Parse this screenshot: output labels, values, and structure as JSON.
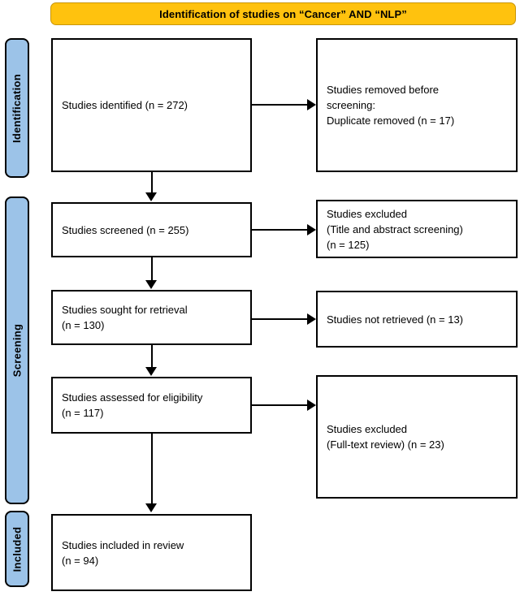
{
  "title": {
    "text": "Identification of studies on “Cancer” AND “NLP”",
    "background_color": "#FFC20E",
    "border_color": "#C8960C"
  },
  "stages": [
    {
      "key": "identification",
      "label": "Identification",
      "color": "#9CC3E8"
    },
    {
      "key": "screening",
      "label": "Screening",
      "color": "#9CC3E8"
    },
    {
      "key": "included",
      "label": "Included",
      "color": "#9CC3E8"
    }
  ],
  "boxes": {
    "identified": {
      "line1": "Studies identified (n = 272)"
    },
    "removed": {
      "line1": "Studies removed before",
      "line2": "screening:",
      "line3": "Duplicate removed (n = 17)"
    },
    "screened": {
      "line1": "Studies screened (n = 255)"
    },
    "excluded_title": {
      "line1": "Studies excluded",
      "line2": "(Title and abstract screening)",
      "line3": "(n = 125)"
    },
    "sought": {
      "line1": "Studies sought for retrieval",
      "line2": "(n = 130)"
    },
    "not_retrieved": {
      "line1": "Studies not retrieved (n = 13)"
    },
    "assessed": {
      "line1": "Studies assessed for eligibility",
      "line2": "(n = 117)"
    },
    "excluded_full": {
      "line1": "Studies excluded",
      "line2": "(Full-text review) (n = 23)"
    },
    "included": {
      "line1": "Studies included in review",
      "line2": "(n = 94)"
    }
  },
  "chart_data": {
    "type": "diagram",
    "diagram_kind": "prisma-flow",
    "title": "Identification of studies on “Cancer” AND “NLP”",
    "nodes": [
      {
        "id": "identified",
        "stage": "Identification",
        "column": "left",
        "label": "Studies identified",
        "n": 272
      },
      {
        "id": "removed",
        "stage": "Identification",
        "column": "right",
        "label": "Studies removed before screening: Duplicate removed",
        "n": 17
      },
      {
        "id": "screened",
        "stage": "Screening",
        "column": "left",
        "label": "Studies screened",
        "n": 255
      },
      {
        "id": "excluded_title",
        "stage": "Screening",
        "column": "right",
        "label": "Studies excluded (Title and abstract screening)",
        "n": 125
      },
      {
        "id": "sought",
        "stage": "Screening",
        "column": "left",
        "label": "Studies sought for retrieval",
        "n": 130
      },
      {
        "id": "not_retrieved",
        "stage": "Screening",
        "column": "right",
        "label": "Studies not retrieved",
        "n": 13
      },
      {
        "id": "assessed",
        "stage": "Screening",
        "column": "left",
        "label": "Studies assessed for eligibility",
        "n": 117
      },
      {
        "id": "excluded_full",
        "stage": "Screening",
        "column": "right",
        "label": "Studies excluded (Full-text review)",
        "n": 23
      },
      {
        "id": "included",
        "stage": "Included",
        "column": "left",
        "label": "Studies included in review",
        "n": 94
      }
    ],
    "edges": [
      {
        "from": "identified",
        "to": "removed",
        "direction": "right"
      },
      {
        "from": "identified",
        "to": "screened",
        "direction": "down"
      },
      {
        "from": "screened",
        "to": "excluded_title",
        "direction": "right"
      },
      {
        "from": "screened",
        "to": "sought",
        "direction": "down"
      },
      {
        "from": "sought",
        "to": "not_retrieved",
        "direction": "right"
      },
      {
        "from": "sought",
        "to": "assessed",
        "direction": "down"
      },
      {
        "from": "assessed",
        "to": "excluded_full",
        "direction": "right"
      },
      {
        "from": "assessed",
        "to": "included",
        "direction": "down"
      }
    ]
  }
}
